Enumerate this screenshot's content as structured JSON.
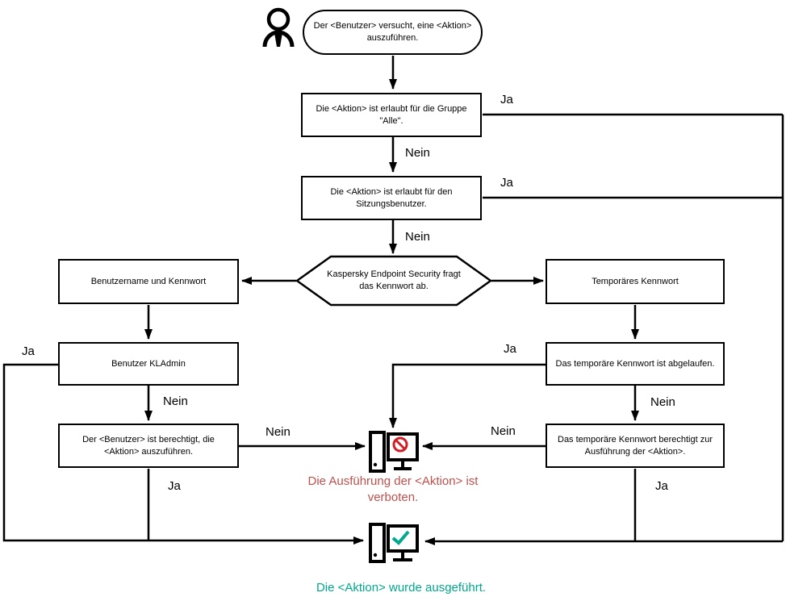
{
  "labels": {
    "yes": "Ja",
    "no": "Nein"
  },
  "nodes": {
    "start": "Der <Benutzer> versucht, eine <Aktion> auszuführen.",
    "group_all": "Die <Aktion> ist erlaubt für die Gruppe \"Alle\".",
    "session_user": "Die <Aktion> ist erlaubt für den Sitzungsbenutzer.",
    "password_prompt": "Kaspersky Endpoint Security fragt das Kennwort ab.",
    "credentials": "Benutzername und Kennwort",
    "temp_password": "Temporäres Kennwort",
    "kladmin": "Benutzer KLAdmin",
    "user_authorized": "Der <Benutzer> ist berechtigt, die <Aktion> auszuführen.",
    "temp_expired": "Das temporäre Kennwort ist abgelaufen.",
    "temp_authorizes": "Das temporäre Kennwort berechtigt zur Ausführung der <Aktion>."
  },
  "results": {
    "denied": "Die Ausführung der <Aktion> ist verboten.",
    "executed": "Die <Aktion> wurde ausgeführt."
  },
  "icons": {
    "user": "user-icon",
    "denied_computer": "computer-denied-icon",
    "success_computer": "computer-success-icon"
  },
  "colors": {
    "line": "#000000",
    "denied_text": "#c0504d",
    "prohibition_red": "#d11f26",
    "success_teal": "#00a88e"
  }
}
